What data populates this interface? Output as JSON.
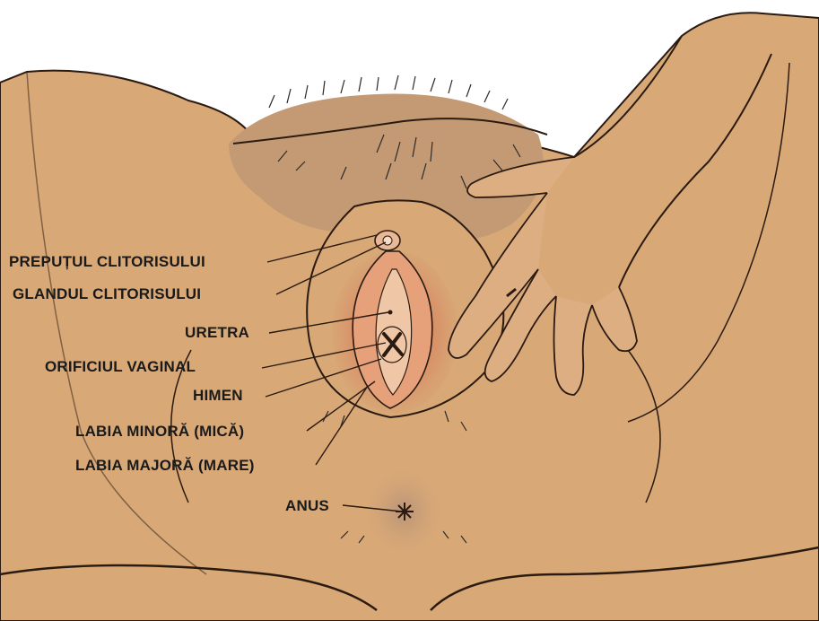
{
  "labels": {
    "preputul_clitorisului": "PREPUȚUL CLITORISULUI",
    "glandul_clitorisului": "GLANDUL CLITORISULUI",
    "uretra": "URETRA",
    "orificiul_vaginal": "ORIFICIUL VAGINAL",
    "himen": "HIMEN",
    "labia_minora": "LABIA MINORĂ (MICĂ)",
    "labia_majora": "LABIA MAJORĂ (MARE)",
    "anus": "ANUS"
  },
  "colors": {
    "skin": "#d8a877",
    "skin_shadow": "#c48f63",
    "inner_tissue": "#d97a55",
    "outline": "#2a1a10",
    "hair": "#2e2a28",
    "label_text": "#1a1a1a"
  }
}
